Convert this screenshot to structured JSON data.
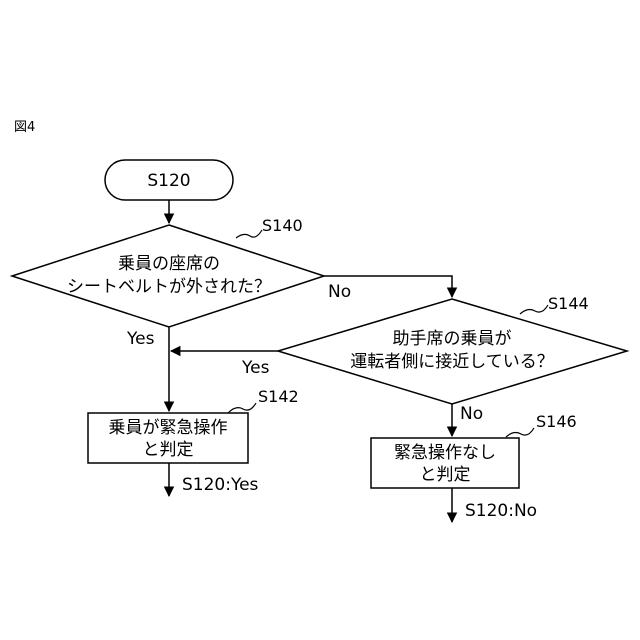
{
  "figure_label": "図4",
  "start": {
    "label": "S120"
  },
  "decision1": {
    "step": "S140",
    "lines": [
      "乗員の座席の",
      "シートベルトが外された？"
    ]
  },
  "decision2": {
    "step": "S144",
    "lines": [
      "助手席の乗員が",
      "運転者側に接近している？"
    ]
  },
  "process1": {
    "step": "S142",
    "lines": [
      "乗員が緊急操作",
      "と判定"
    ],
    "exit": "S120:Yes"
  },
  "process2": {
    "step": "S146",
    "lines": [
      "緊急操作なし",
      "と判定"
    ],
    "exit": "S120:No"
  },
  "branches": {
    "d1_no": "No",
    "d1_yes": "Yes",
    "d2_yes": "Yes",
    "d2_no": "No"
  }
}
